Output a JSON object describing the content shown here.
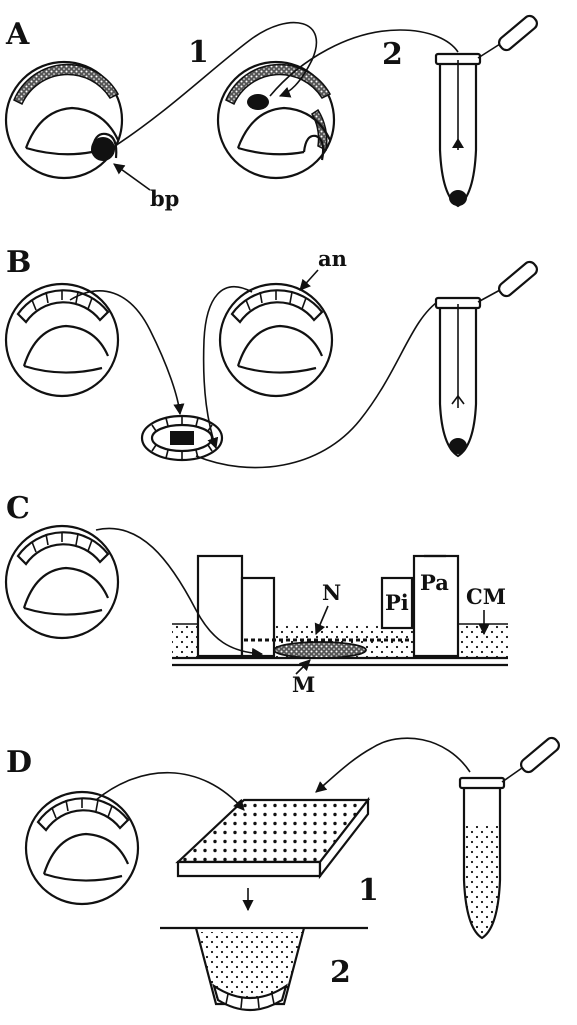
{
  "panels": {
    "a": {
      "label": "A",
      "step1": "1",
      "step2": "2",
      "annotation": "bp"
    },
    "b": {
      "label": "B",
      "annotation": "an"
    },
    "c": {
      "label": "C",
      "n": "N",
      "pi": "Pi",
      "pa": "Pa",
      "cm": "CM",
      "m": "M"
    },
    "d": {
      "label": "D",
      "step1": "1",
      "step2": "2"
    }
  },
  "colors": {
    "ink": "#111111",
    "background": "#ffffff"
  }
}
